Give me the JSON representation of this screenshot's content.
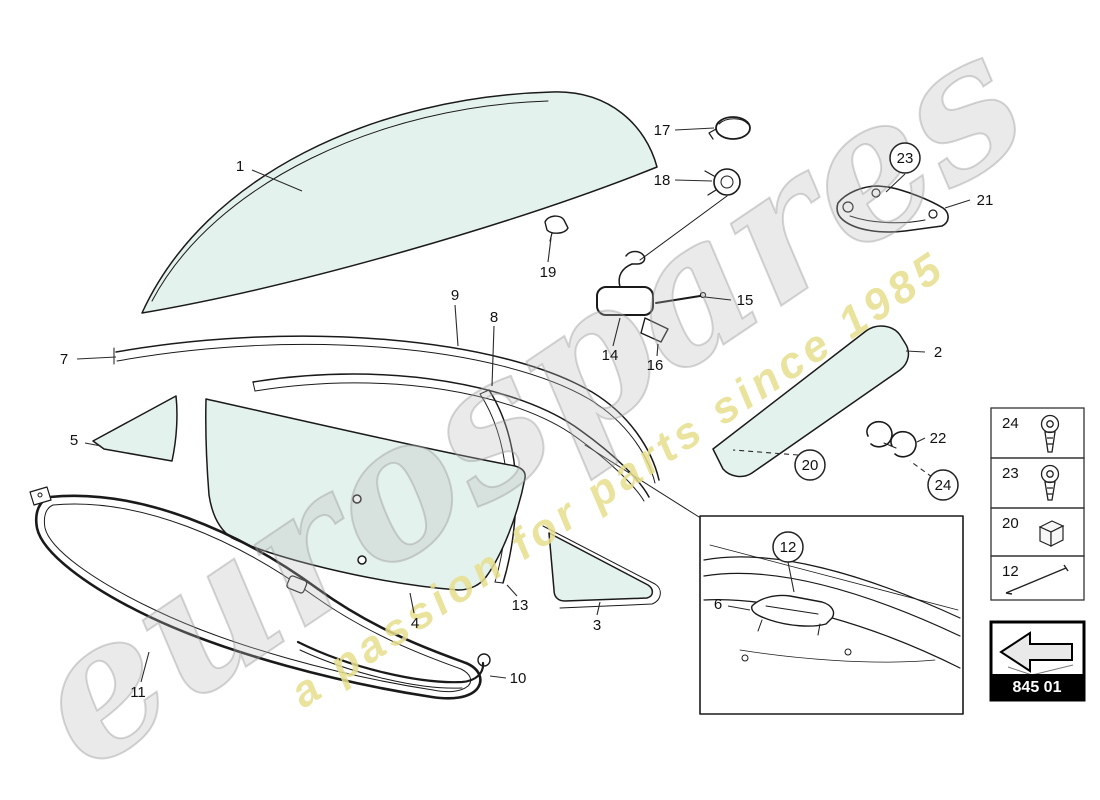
{
  "watermark": {
    "brand": "eurospares",
    "tagline": "a passion for parts since 1985"
  },
  "part_code": "845 01",
  "callouts": {
    "n1": "1",
    "n2": "2",
    "n3": "3",
    "n4": "4",
    "n5": "5",
    "n6": "6",
    "n7": "7",
    "n8": "8",
    "n9": "9",
    "n10": "10",
    "n11": "11",
    "n12": "12",
    "n13": "13",
    "n14": "14",
    "n15": "15",
    "n16": "16",
    "n17": "17",
    "n18": "18",
    "n19": "19",
    "n20": "20",
    "n21": "21",
    "n22": "22",
    "n23": "23",
    "n24": "24"
  },
  "sidebar": {
    "items": [
      {
        "number": "24",
        "icon": "torx-screw-icon"
      },
      {
        "number": "23",
        "icon": "torx-screw-icon"
      },
      {
        "number": "20",
        "icon": "clip-block-icon"
      },
      {
        "number": "12",
        "icon": "rod-icon"
      }
    ]
  },
  "colors": {
    "glass": "#e4f2ee",
    "line": "#1a1a1a",
    "watermark_gray": "#b9b9b9",
    "watermark_yellow": "#e6de8c"
  }
}
